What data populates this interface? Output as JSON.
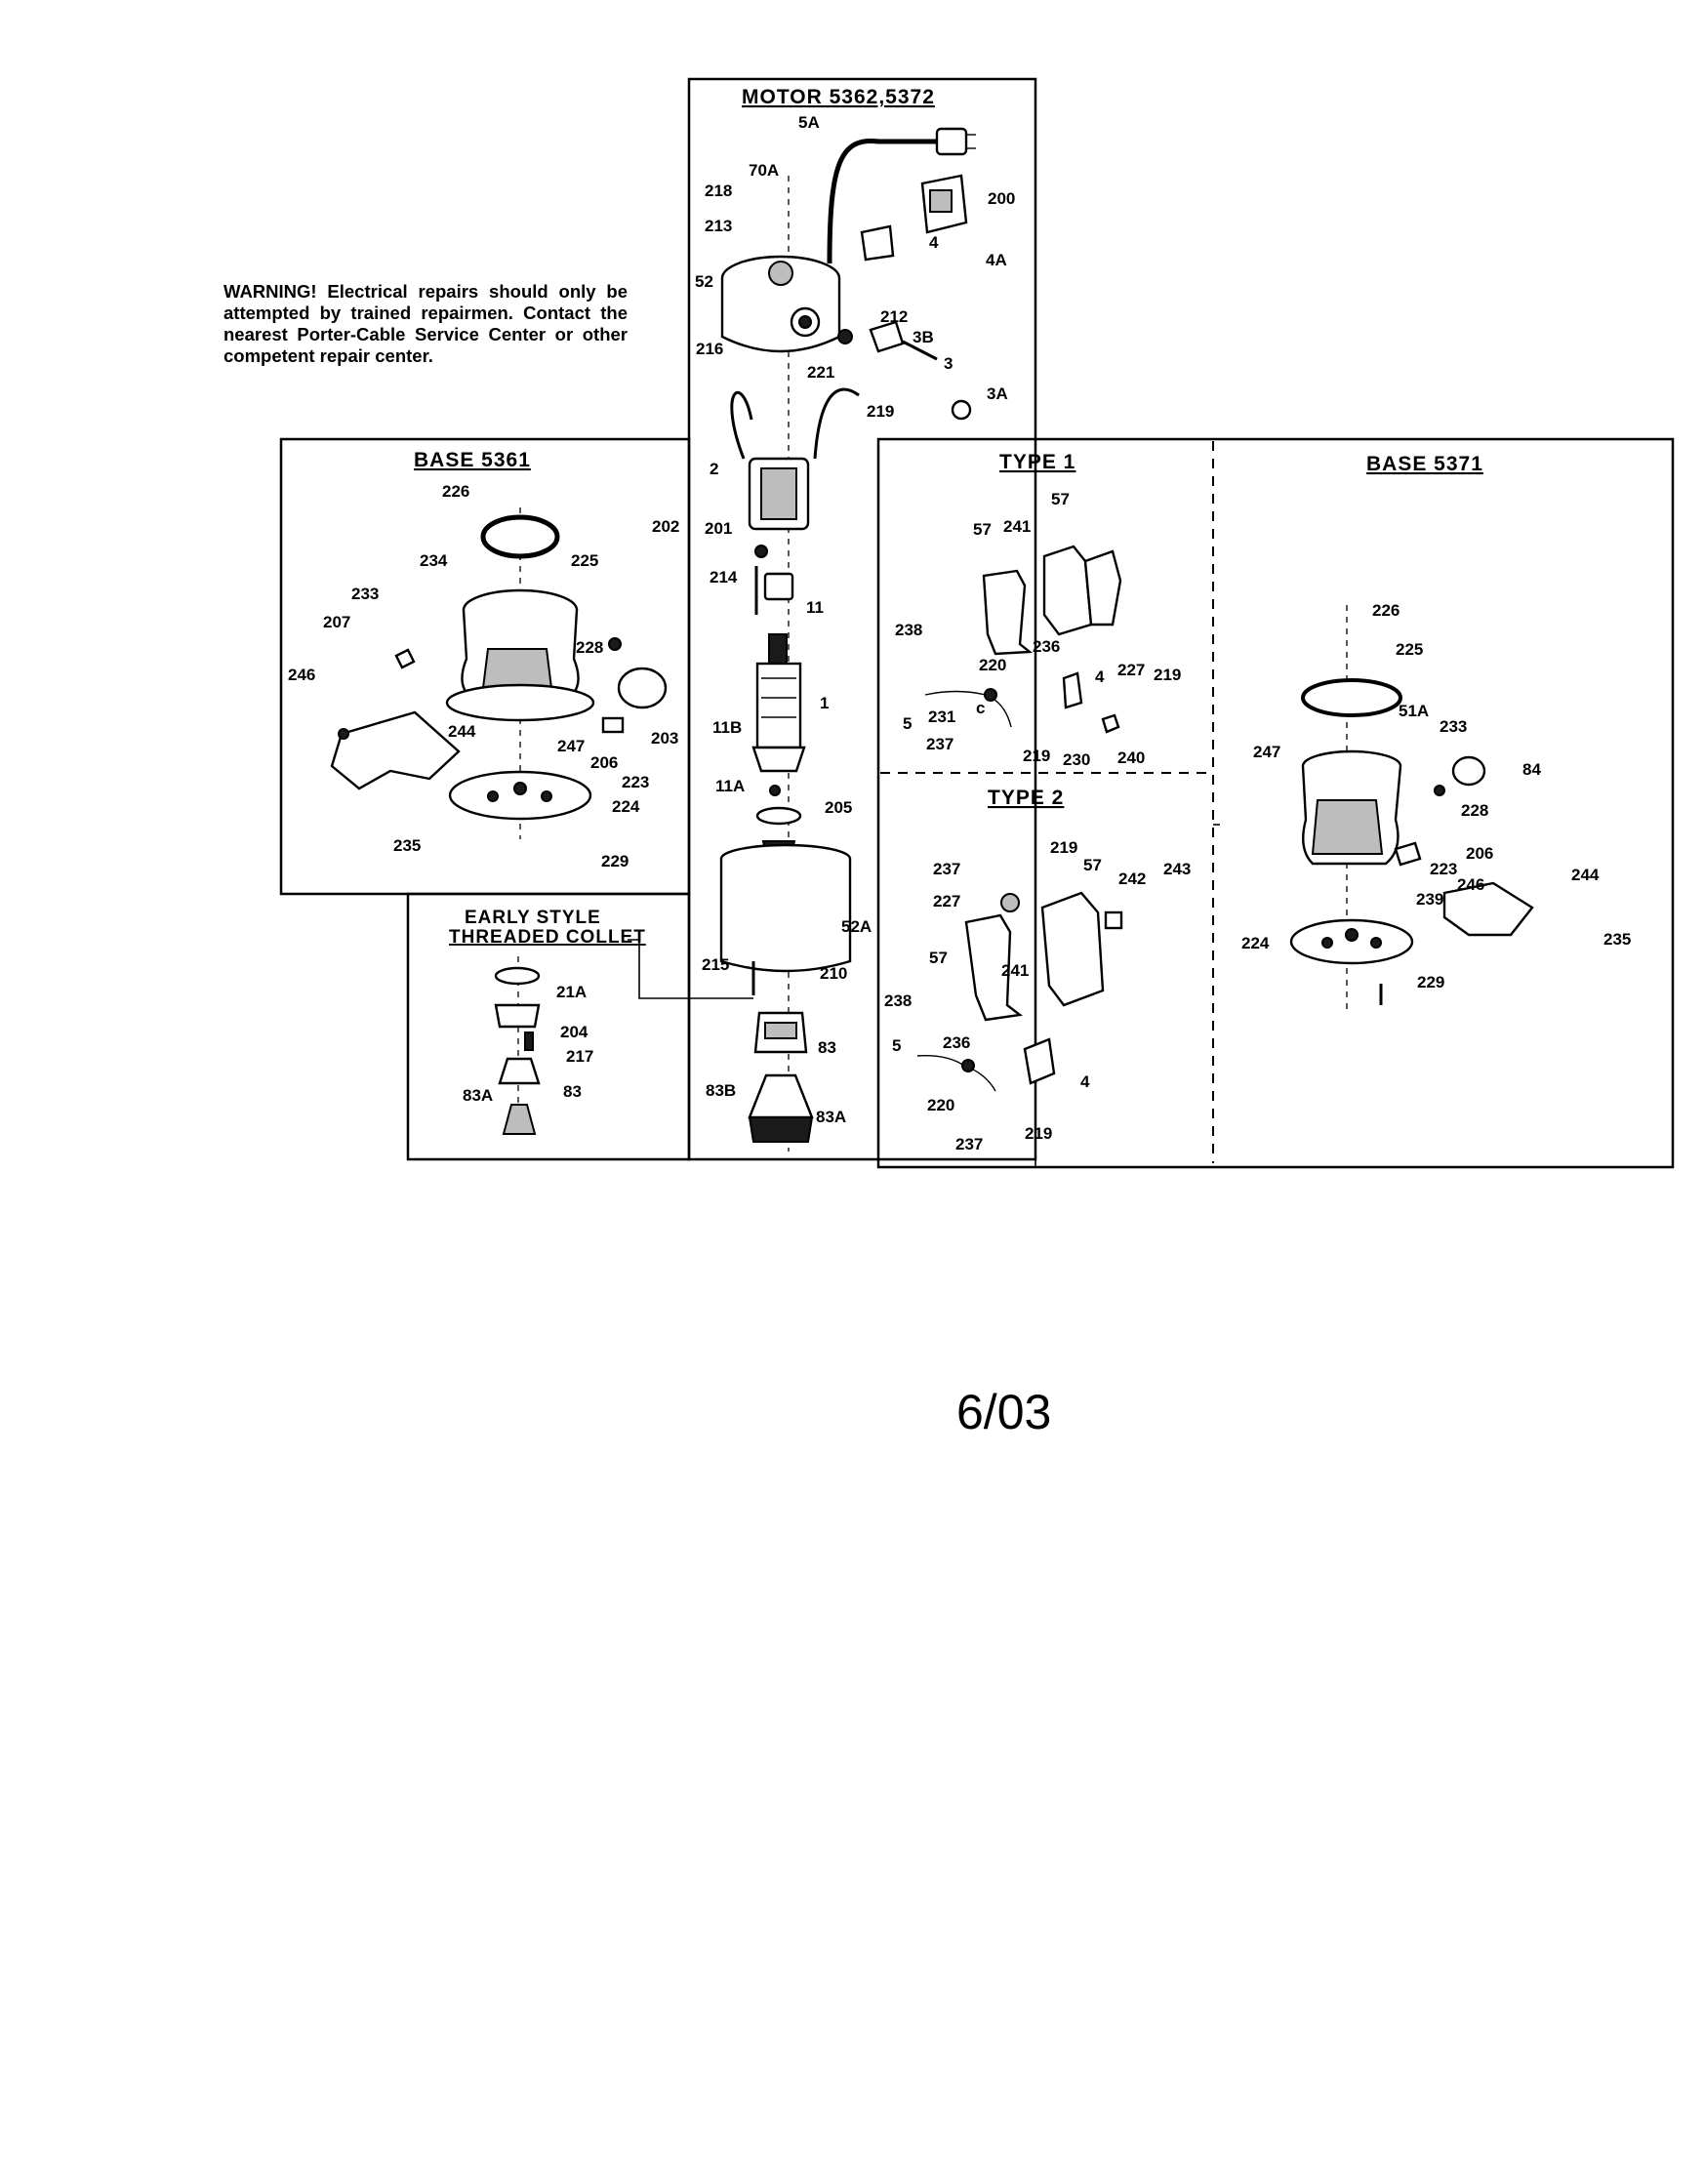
{
  "warning_text": "WARNING! Electrical repairs should only be attempted by trained repairmen. Contact the nearest Porter-Cable Service Center or other competent repair center.",
  "date_code": "6/03",
  "sections": {
    "motor": "MOTOR 5362,5372",
    "base_5361": "BASE 5361",
    "type_1": "TYPE 1",
    "base_5371": "BASE 5371",
    "type_2": "TYPE 2",
    "early_style_line1": "EARLY STYLE",
    "early_style_line2": "THREADED COLLET"
  },
  "callouts": {
    "motor": [
      "5A",
      "70A",
      "218",
      "213",
      "200",
      "4",
      "4A",
      "52",
      "212",
      "3B",
      "3",
      "216",
      "221",
      "3A",
      "219",
      "2",
      "201",
      "214",
      "11",
      "1",
      "11B",
      "11A",
      "205",
      "52A",
      "215",
      "210",
      "83",
      "83B",
      "83A"
    ],
    "base_5361": [
      "226",
      "202",
      "234",
      "225",
      "233",
      "207",
      "228",
      "246",
      "203",
      "244",
      "247",
      "206",
      "223",
      "224",
      "235",
      "229"
    ],
    "early_style": [
      "21A",
      "204",
      "217",
      "83",
      "83A"
    ],
    "type_1": [
      "57",
      "241",
      "57",
      "238",
      "236",
      "220",
      "4",
      "227",
      "219",
      "5",
      "231",
      "c",
      "237",
      "219",
      "230",
      "240"
    ],
    "type_2": [
      "219",
      "237",
      "57",
      "242",
      "243",
      "227",
      "57",
      "241",
      "238",
      "236",
      "5",
      "4",
      "220",
      "219",
      "237"
    ],
    "base_5371": [
      "226",
      "225",
      "51A",
      "233",
      "247",
      "84",
      "228",
      "206",
      "223",
      "239",
      "246",
      "244",
      "224",
      "235",
      "229"
    ]
  }
}
